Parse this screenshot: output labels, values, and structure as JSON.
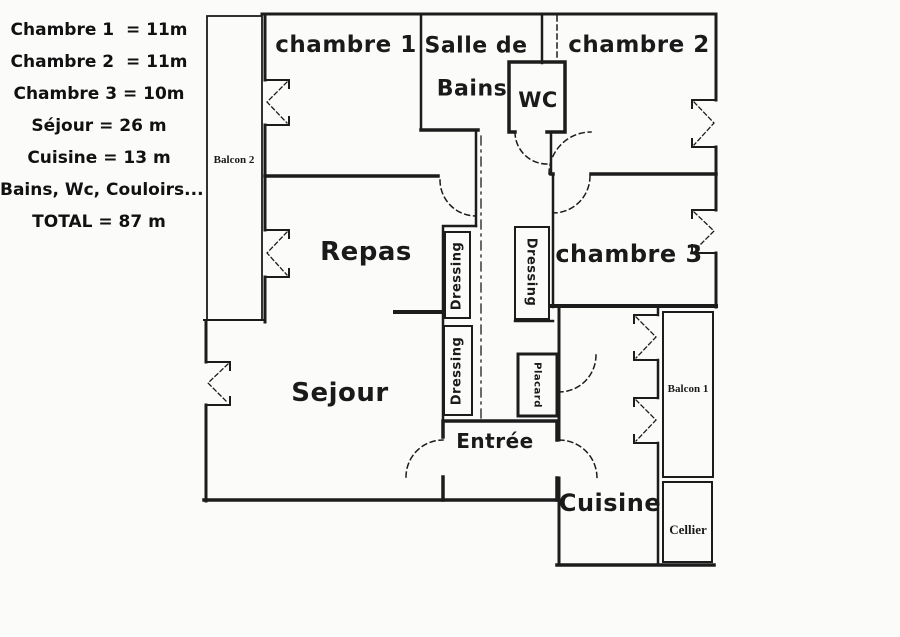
{
  "legend": {
    "lines": [
      "Chambre 1  = 11m",
      "Chambre 2  = 11m",
      "Chambre 3 = 10m",
      "Séjour = 26 m",
      "Cuisine = 13 m",
      "Bains, Wc, Couloirs...",
      "TOTAL = 87 m"
    ]
  },
  "rooms": {
    "chambre1": "chambre 1",
    "salle_de_bains_line1": "Salle de",
    "salle_de_bains_line2": "Bains",
    "wc": "WC",
    "chambre2": "chambre 2",
    "repas": "Repas",
    "chambre3": "chambre 3",
    "sejour": "Sejour",
    "entree": "Entrée",
    "cuisine": "Cuisine",
    "dressing_left_top": "Dressing",
    "dressing_right": "Dressing",
    "dressing_left_bottom": "Dressing",
    "placard": "Placard",
    "balcon1": "Balcon 1",
    "balcon2": "Balcon 2",
    "cellier": "Cellier"
  },
  "colors": {
    "wall": "#1c1c1c",
    "background": "#fbfbfa"
  }
}
